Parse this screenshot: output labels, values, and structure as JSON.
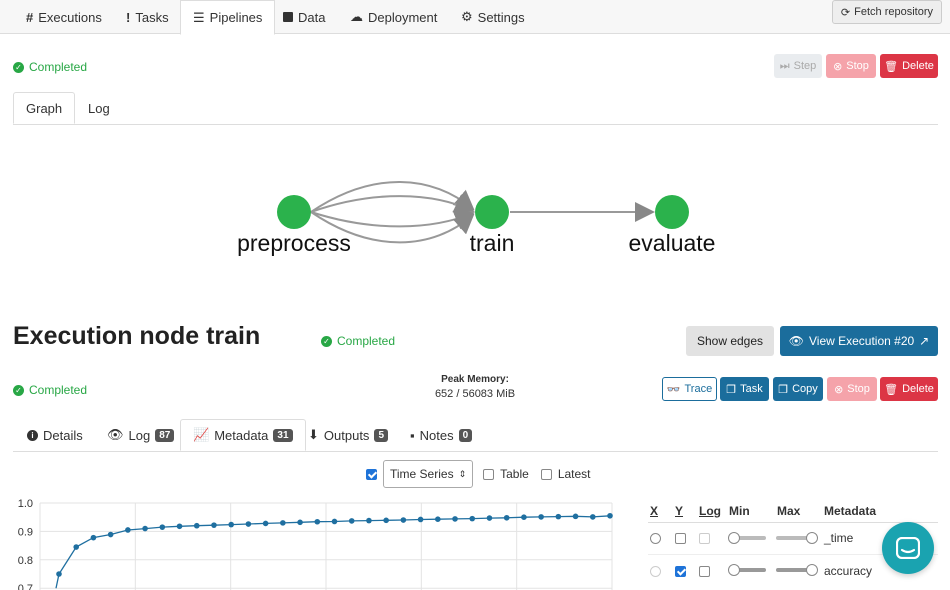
{
  "nav": {
    "tabs": [
      {
        "icon": "#",
        "label": "Executions"
      },
      {
        "icon": "!",
        "label": "Tasks"
      },
      {
        "icon": "=",
        "label": "Pipelines"
      },
      {
        "icon": "floppy",
        "label": "Data"
      },
      {
        "icon": "cloud",
        "label": "Deployment"
      },
      {
        "icon": "gear",
        "label": "Settings"
      }
    ],
    "active_tab": "Pipelines",
    "fetch_label": "Fetch repository"
  },
  "pipeline": {
    "status": "Completed",
    "buttons": {
      "step": "Step",
      "stop": "Stop",
      "delete": "Delete"
    },
    "tabs": [
      "Graph",
      "Log"
    ],
    "active_tab": "Graph",
    "graph_nodes": [
      "preprocess",
      "train",
      "evaluate"
    ],
    "graph_edges": [
      [
        "preprocess",
        "train"
      ],
      [
        "preprocess",
        "train"
      ],
      [
        "preprocess",
        "train"
      ],
      [
        "preprocess",
        "train"
      ],
      [
        "train",
        "evaluate"
      ]
    ]
  },
  "execution": {
    "title": "Execution node train",
    "title_status": "Completed",
    "show_edges": "Show edges",
    "view_execution": "View Execution #20",
    "status": "Completed",
    "peak_memory_label": "Peak Memory:",
    "peak_memory_value": "652 / 56083 MiB",
    "buttons": {
      "trace": "Trace",
      "task": "Task",
      "copy": "Copy",
      "stop": "Stop",
      "delete": "Delete"
    },
    "tabs": [
      {
        "label": "Details",
        "badge": ""
      },
      {
        "label": "Log",
        "badge": "87"
      },
      {
        "label": "Metadata",
        "badge": "31"
      },
      {
        "label": "Outputs",
        "badge": "5"
      },
      {
        "label": "Notes",
        "badge": "0"
      }
    ],
    "active_tab": "Metadata"
  },
  "metadata": {
    "time_series_checked": true,
    "view_select": "Time Series",
    "table_label": "Table",
    "table_checked": false,
    "latest_label": "Latest",
    "latest_checked": false,
    "table_headers": [
      "X",
      "Y",
      "Log",
      "Min",
      "Max",
      "Metadata"
    ],
    "rows": [
      {
        "name": "_time",
        "x": false,
        "y": false,
        "log": false
      },
      {
        "name": "accuracy",
        "x": false,
        "y": true,
        "log": false
      }
    ]
  },
  "chart_data": {
    "type": "line",
    "ylim": [
      0.7,
      1.0
    ],
    "y_ticks": [
      "1.0",
      "0.9",
      "0.8",
      "0.7"
    ],
    "series": [
      {
        "values": [
          0.7,
          0.75,
          0.845,
          0.878,
          0.889,
          0.905,
          0.91,
          0.915,
          0.918,
          0.92,
          0.922,
          0.924,
          0.926,
          0.928,
          0.93,
          0.932,
          0.934,
          0.935,
          0.937,
          0.938,
          0.939,
          0.94,
          0.942,
          0.943,
          0.944,
          0.945,
          0.947,
          0.948,
          0.95,
          0.951,
          0.952,
          0.953,
          0.951,
          0.955
        ]
      }
    ],
    "color": "#1f6fa0"
  },
  "colors": {
    "accent": "#1b6d9c",
    "success": "#28a745",
    "danger": "#dc3545",
    "node": "#2bb24c",
    "chat": "#1aa3b0"
  }
}
